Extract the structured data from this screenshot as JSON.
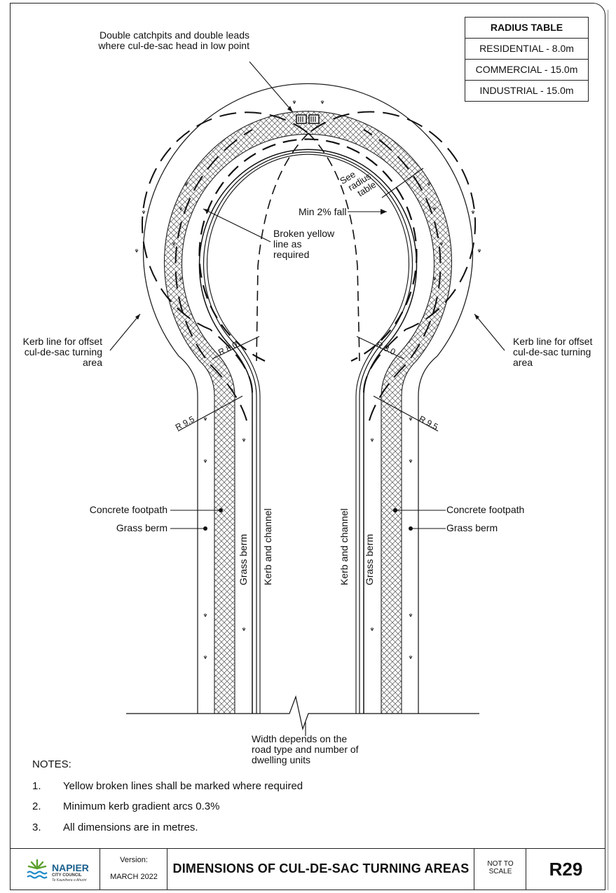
{
  "radius_table": {
    "title": "RADIUS TABLE",
    "rows": [
      "RESIDENTIAL - 8.0m",
      "COMMERCIAL - 15.0m",
      "INDUSTRIAL - 15.0m"
    ]
  },
  "labels": {
    "catchpits": "Double catchpits and double leads where cul-de-sac head in low point",
    "see_radius": "See radius table",
    "min_fall": "Min 2% fall",
    "broken_yellow": "Broken yellow line as required",
    "kerb_offset_left": "Kerb line for offset cul-de-sac turning area",
    "kerb_offset_right": "Kerb line for offset cul-de-sac turning area",
    "r80_left": "R 8.0",
    "r80_right": "R 8.0",
    "r95_left": "R 9.5",
    "r95_right": "R 9.5",
    "footpath_left": "Concrete footpath",
    "footpath_right": "Concrete footpath",
    "berm_left": "Grass berm",
    "berm_right": "Grass berm",
    "berm_vert_left": "Grass berm",
    "berm_vert_right": "Grass berm",
    "kerb_vert_left": "Kerb and channel",
    "kerb_vert_right": "Kerb and channel",
    "width_note": "Width depends on the road type and number of dwelling units"
  },
  "notes": {
    "heading": "NOTES:",
    "items": [
      {
        "num": "1.",
        "text": "Yellow broken lines shall be marked where required"
      },
      {
        "num": "2.",
        "text": "Minimum kerb gradient arcs 0.3%"
      },
      {
        "num": "3.",
        "text": "All dimensions are in metres."
      }
    ]
  },
  "title_block": {
    "logo_name": "NAPIER",
    "logo_sub": "CITY COUNCIL",
    "logo_tag": "Te Kaunihera o Ahuriri",
    "version_label": "Version:",
    "version_value": "MARCH 2022",
    "title": "DIMENSIONS OF CUL-DE-SAC TURNING AREAS",
    "scale": "NOT TO SCALE",
    "drawing_no": "R29"
  }
}
